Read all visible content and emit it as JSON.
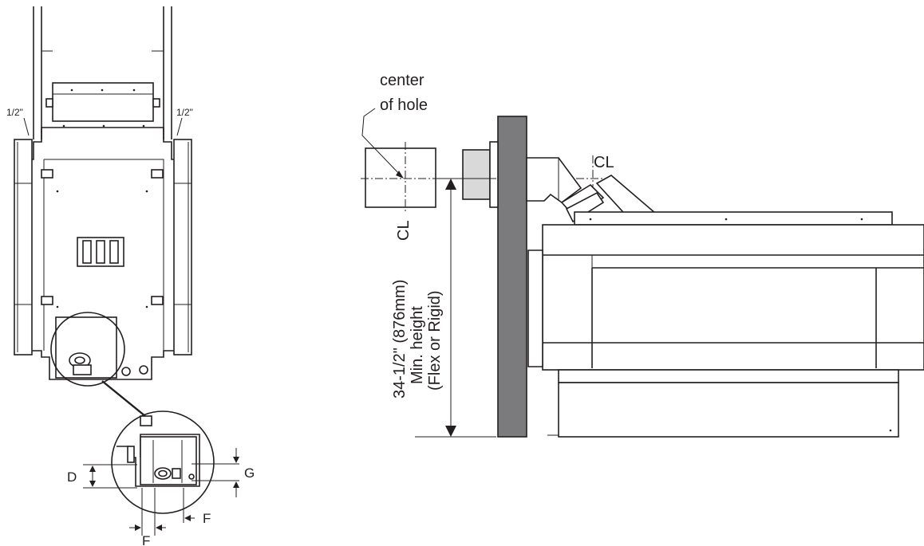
{
  "top_view": {
    "label_left_gap": "1/2\"",
    "label_right_gap": "1/2\"",
    "dim_d": "D",
    "dim_g": "G",
    "dim_f_bottom": "F",
    "dim_f_right": "F"
  },
  "side_view": {
    "center_of_hole_line1": "center",
    "center_of_hole_line2": "of hole",
    "centerline_symbol_top": "CL",
    "centerline_symbol_box": "CL",
    "height_line1": "34-1/2\" (876mm)",
    "height_line2": "Min.  height",
    "height_line3": "(Flex or Rigid)"
  }
}
